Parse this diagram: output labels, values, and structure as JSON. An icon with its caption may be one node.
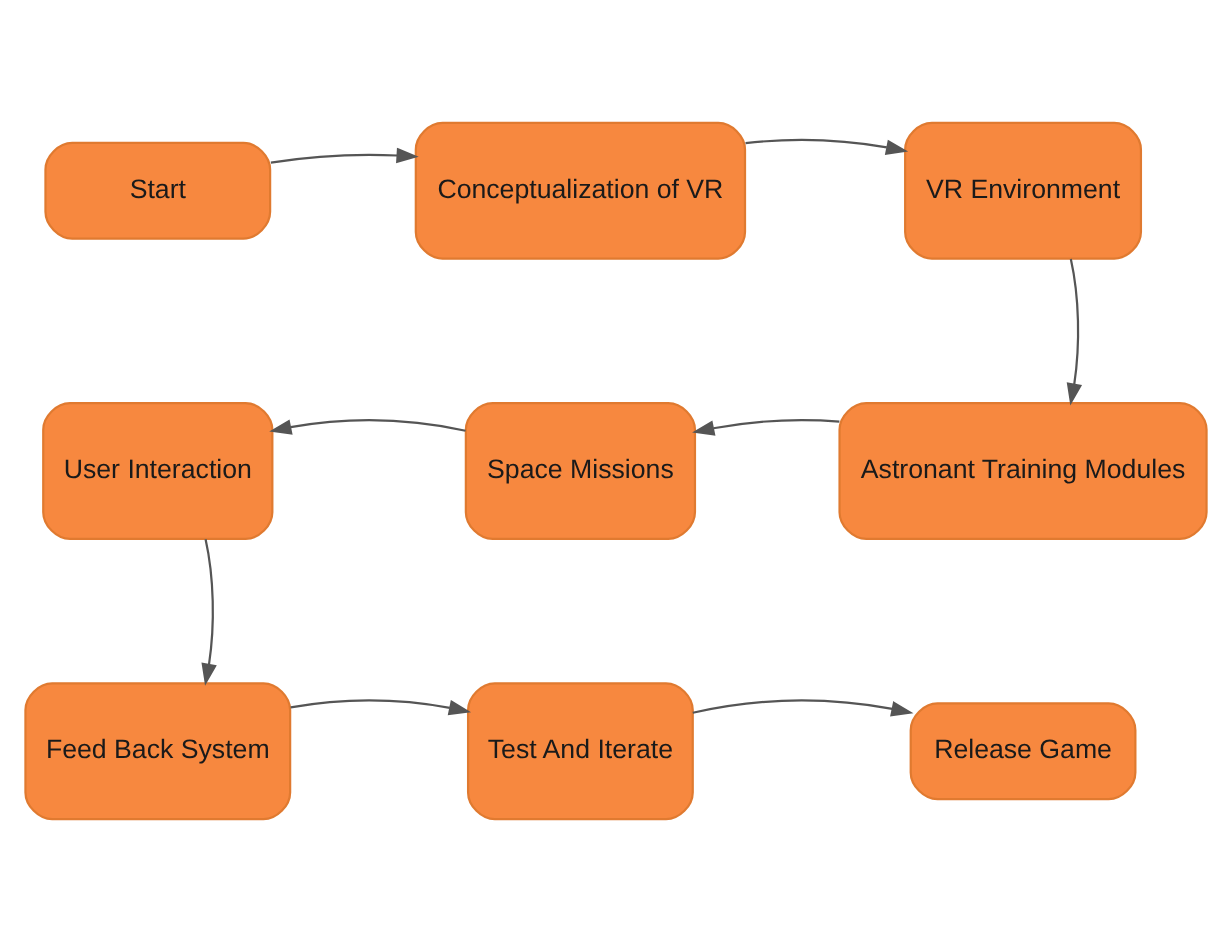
{
  "diagram": {
    "nodes": [
      {
        "text": [
          "Start"
        ]
      },
      {
        "text": [
          "Conceptualization of VR"
        ]
      },
      {
        "text": [
          "VR Environment"
        ]
      },
      {
        "text": [
          "Astronant Training Modules"
        ]
      },
      {
        "text": [
          "Space Missions"
        ]
      },
      {
        "text": [
          "User Interaction"
        ]
      },
      {
        "text": [
          "Feed Back System"
        ]
      },
      {
        "text": [
          "Test And Iterate"
        ]
      },
      {
        "text": [
          "Release Game"
        ]
      }
    ],
    "edges": [
      {
        "from": 0,
        "to": 1,
        "arrow": "to"
      },
      {
        "from": 1,
        "to": 2,
        "arrow": "to"
      },
      {
        "from": 2,
        "to": 3,
        "arrow": "to"
      },
      {
        "from": 3,
        "to": 4,
        "arrow": "to"
      },
      {
        "from": 4,
        "to": 5,
        "arrow": "to"
      },
      {
        "from": 5,
        "to": 6,
        "arrow": "to"
      },
      {
        "from": 6,
        "to": 7,
        "arrow": "to"
      },
      {
        "from": 7,
        "to": 8,
        "arrow": "to"
      }
    ]
  }
}
